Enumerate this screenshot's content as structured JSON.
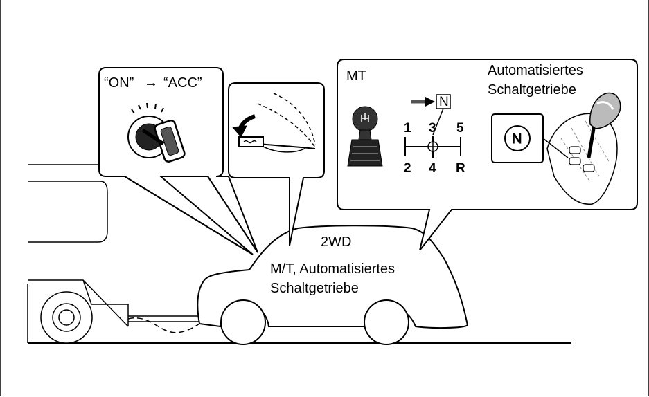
{
  "callouts": {
    "ignition": {
      "label_on": "“ON”",
      "arrow": "→",
      "label_acc": "“ACC”"
    },
    "transmission": {
      "mt_label": "MT",
      "auto_label_line1": "Automatisiertes",
      "auto_label_line2": "Schaltgetriebe",
      "neutral_box": "N",
      "neutral_circle": "N",
      "gear_numbers": [
        "1",
        "3",
        "5",
        "2",
        "4",
        "R"
      ]
    }
  },
  "car": {
    "drive_label": "2WD",
    "type_line1": "M/T, Automatisiertes",
    "type_line2": "Schaltgetriebe"
  }
}
